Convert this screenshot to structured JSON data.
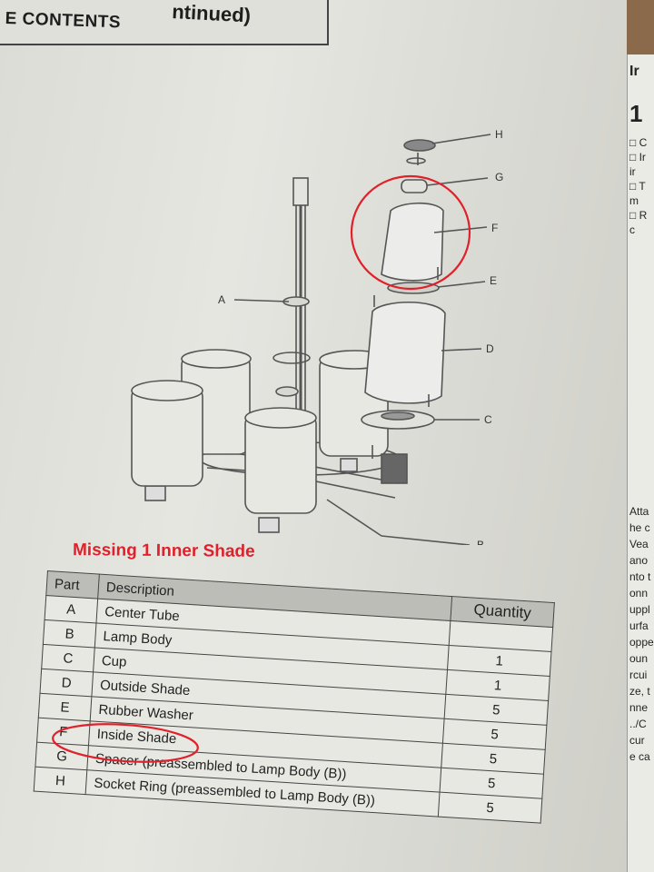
{
  "header": {
    "title": "E CONTENTS",
    "subtitle": "ntinued)"
  },
  "side_page": {
    "lines": [
      "Ir",
      "1",
      "□ C",
      "□ Ir",
      "ir",
      "□ T",
      "m",
      "□ R",
      "c",
      "Atta",
      "he c",
      "Vea",
      "ano",
      "nto t",
      "onn",
      "uppl",
      "urfa",
      "oppe",
      "oun",
      "rcui",
      "ze, t",
      "nne",
      "../C",
      "cur",
      "e ca"
    ]
  },
  "diagram": {
    "labels": {
      "A": "A",
      "B": "B",
      "C": "C",
      "D": "D",
      "E": "E",
      "F": "F",
      "G": "G",
      "H": "H"
    }
  },
  "annotation": {
    "note": "Missing 1 Inner Shade",
    "highlight_color": "#e0202a"
  },
  "table": {
    "headers": {
      "part": "Part",
      "description": "Description",
      "quantity": "Quantity"
    },
    "rows": [
      {
        "part": "A",
        "description": "Center Tube",
        "quantity": ""
      },
      {
        "part": "B",
        "description": "Lamp Body",
        "quantity": "1"
      },
      {
        "part": "C",
        "description": "Cup",
        "quantity": "1"
      },
      {
        "part": "D",
        "description": "Outside Shade",
        "quantity": "5"
      },
      {
        "part": "E",
        "description": "Rubber Washer",
        "quantity": "5"
      },
      {
        "part": "F",
        "description": "Inside Shade",
        "quantity": "5"
      },
      {
        "part": "G",
        "description": "Spacer (preassembled to Lamp Body (B))",
        "quantity": "5"
      },
      {
        "part": "H",
        "description": "Socket Ring (preassembled to Lamp Body (B))",
        "quantity": "5"
      }
    ]
  }
}
